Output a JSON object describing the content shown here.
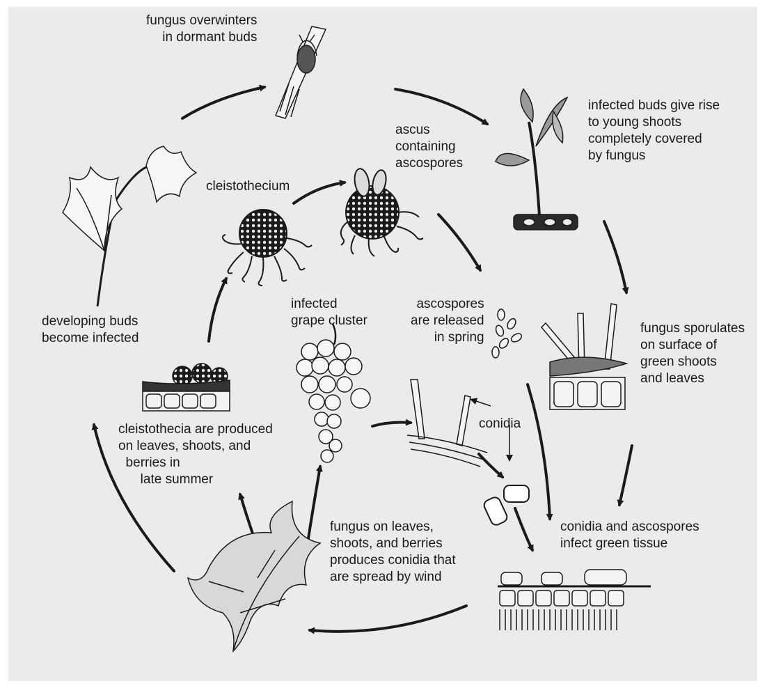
{
  "background_color": "#ebebeb",
  "ink_color": "#1a1a1a",
  "labels": {
    "overwinter": "fungus overwinters\nin dormant buds",
    "infected_buds": "infected buds give rise\nto young shoots\ncompletely covered\nby fungus",
    "ascus": "ascus\ncontaining\nascospores",
    "cleistothecium": "cleistothecium",
    "developing_buds": "developing buds\nbecome infected",
    "infected_cluster": "infected\ngrape cluster",
    "ascospores_released": "ascospores\nare released\nin spring",
    "sporulates": "fungus sporulates\non surface of\ngreen shoots\nand leaves",
    "conidia": "conidia",
    "cleistothecia_produced": "cleistothecia are produced\non leaves, shoots, and\n  berries in\n      late summer",
    "conidia_ascospores": "conidia and ascospores\ninfect green tissue",
    "fungus_leaves": "fungus on leaves,\nshoots, and berries\nproduces conidia that\nare spread by wind"
  },
  "icons": [
    "dormant-bud-icon",
    "infected-shoot-icon",
    "ascus-icon",
    "cleistothecium-icon",
    "grape-leaf-icon",
    "grape-cluster-icon",
    "ascospores-icon",
    "sporulating-hyphae-icon",
    "conidiophores-icon",
    "conidia-icon",
    "cleistothecia-on-leaf-icon",
    "infected-leaf-icon",
    "leaf-tissue-icon"
  ]
}
